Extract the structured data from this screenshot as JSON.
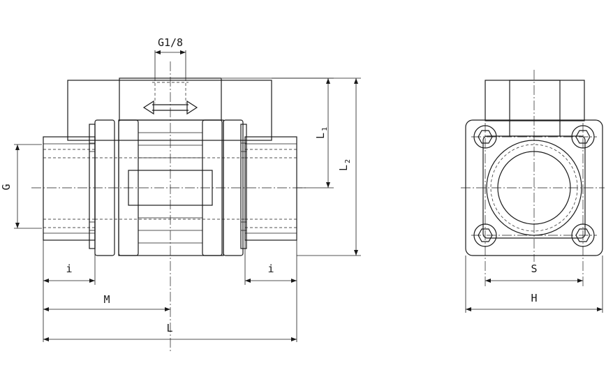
{
  "labels": {
    "port": "G1/8",
    "thread": "G",
    "l1": "L",
    "l1_sub": "1",
    "l2": "L",
    "l2_sub": "2",
    "i_left": "i",
    "i_right": "i",
    "m": "M",
    "l": "L",
    "s": "S",
    "h": "H"
  }
}
